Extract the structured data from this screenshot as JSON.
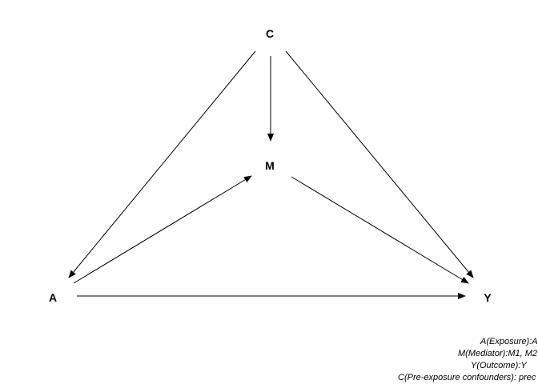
{
  "nodes": [
    {
      "id": "C",
      "label": "C"
    },
    {
      "id": "M",
      "label": "M"
    },
    {
      "id": "A",
      "label": "A"
    },
    {
      "id": "Y",
      "label": "Y"
    }
  ],
  "edges": [
    {
      "from": "C",
      "to": "M"
    },
    {
      "from": "C",
      "to": "A"
    },
    {
      "from": "C",
      "to": "Y"
    },
    {
      "from": "A",
      "to": "M"
    },
    {
      "from": "M",
      "to": "Y"
    },
    {
      "from": "A",
      "to": "Y"
    }
  ],
  "legend": [
    "A(Exposure):A",
    "M(Mediator):M1, M2",
    "Y(Outcome):Y",
    "C(Pre-exposure confounders): prec"
  ]
}
